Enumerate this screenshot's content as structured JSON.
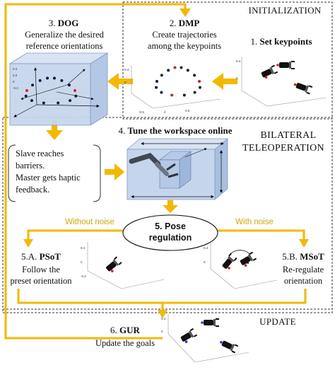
{
  "sections": {
    "initialization": "INITIALIZATION",
    "bilateral_line1": "BILATERAL",
    "bilateral_line2": "TELEOPERATION",
    "update": "UPDATE"
  },
  "steps": {
    "set_keypoints": {
      "num": "1.",
      "name": "Set keypoints"
    },
    "dmp": {
      "num": "2.",
      "name": "DMP",
      "desc1": "Create trajectories",
      "desc2": "among the keypoints"
    },
    "dog": {
      "num": "3.",
      "name": "DOG",
      "desc1": "Generalize the desired",
      "desc2": "reference orientations"
    },
    "tune": {
      "num": "4.",
      "name": "Tune the workspace online"
    },
    "pose": {
      "num": "5.",
      "line1": "Pose",
      "line2": "regulation"
    },
    "psot": {
      "num": "5.A.",
      "name": "PSoT",
      "desc1": "Follow the",
      "desc2": "preset orientation"
    },
    "msot": {
      "num": "5.B.",
      "name": "MSoT",
      "desc1": "Re-regulate",
      "desc2": "orientation"
    },
    "gur": {
      "num": "6.",
      "name": "GUR",
      "desc1": "Update the goals"
    }
  },
  "barrier_note": {
    "line1": "Slave reaches",
    "line2": "barriers.",
    "line3": "Master gets haptic",
    "line4": "feedback."
  },
  "branches": {
    "without_noise": "Without noise",
    "with_noise": "With noise"
  },
  "colors": {
    "arrow": "#f5b800",
    "branch_text": "#e3a500",
    "box_fill": "#c5d5ec",
    "box_edge": "#7f9cc4"
  }
}
